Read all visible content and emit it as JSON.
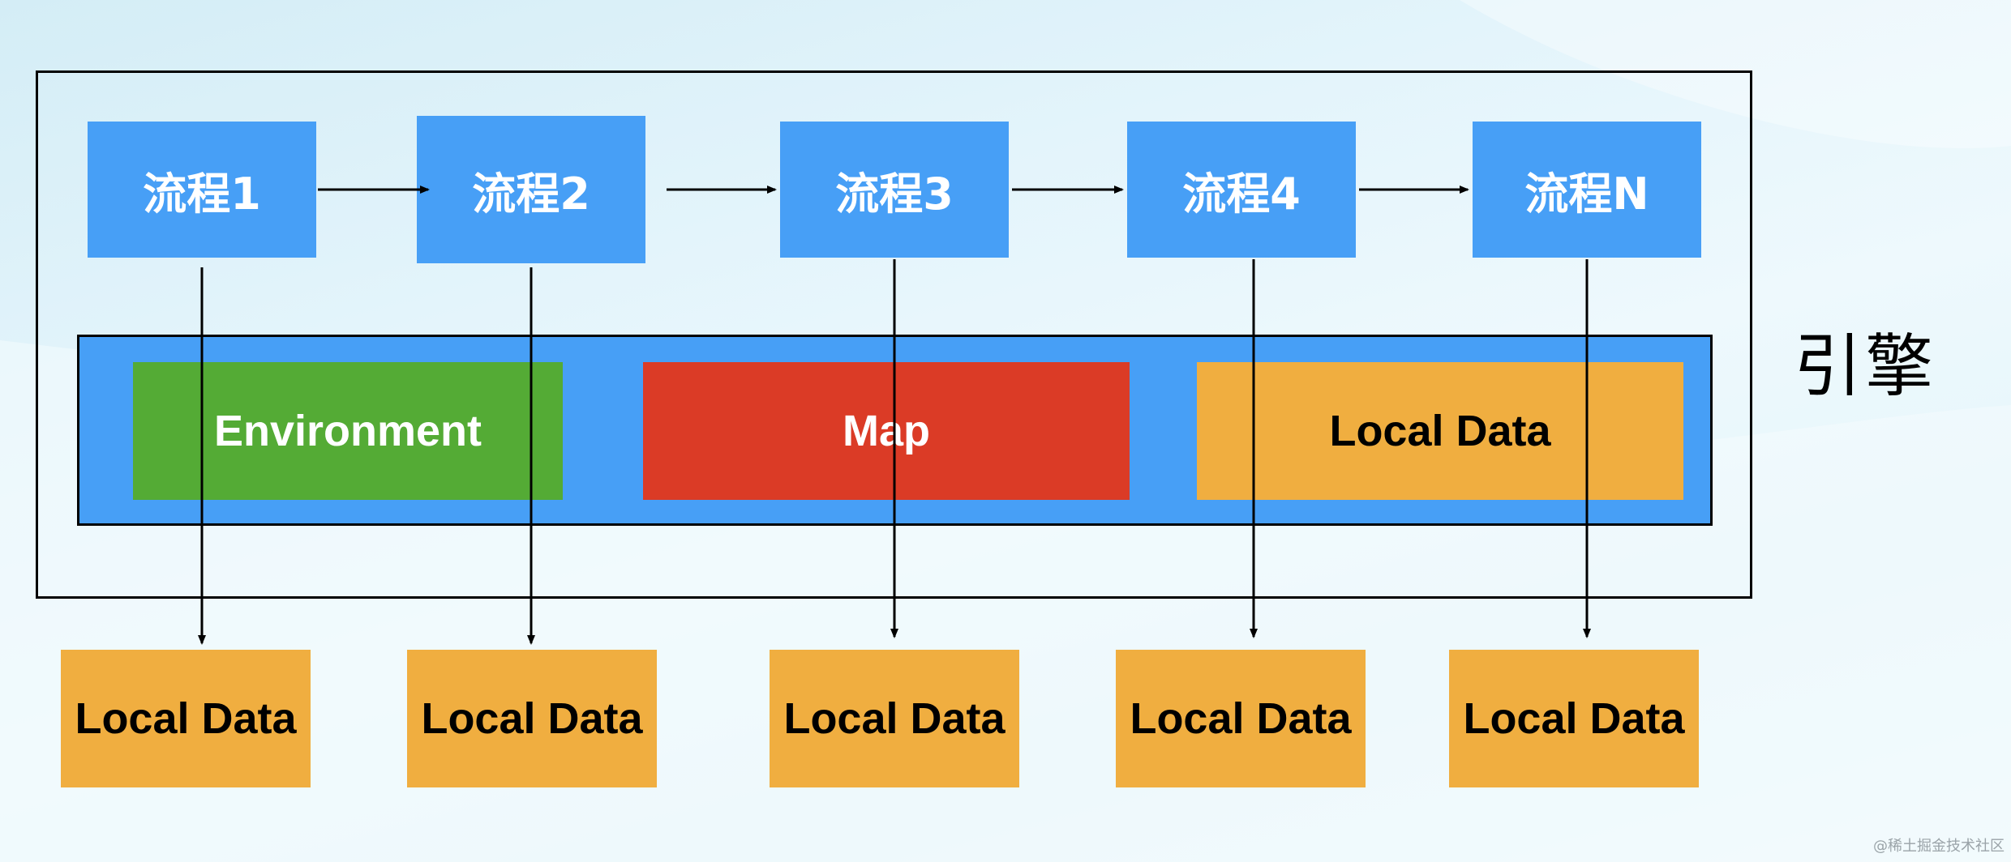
{
  "diagram": {
    "engine_label": "引擎",
    "processes": [
      "流程1",
      "流程2",
      "流程3",
      "流程4",
      "流程N"
    ],
    "modules": {
      "environment": "Environment",
      "map": "Map",
      "local_data": "Local Data"
    },
    "local_data_boxes": [
      "Local Data",
      "Local Data",
      "Local Data",
      "Local Data",
      "Local Data"
    ],
    "colors": {
      "process": "#479ff6",
      "engine": "#479ff6",
      "environment": "#54ab35",
      "map": "#db3b26",
      "local_data": "#f0ae40"
    }
  },
  "watermark": "@稀土掘金技术社区"
}
